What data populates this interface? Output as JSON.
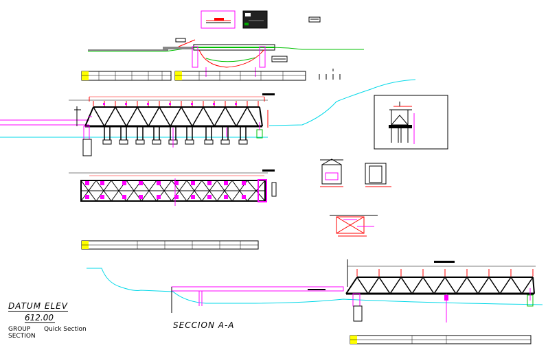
{
  "drawing": {
    "datum_title": "DATUM ELEV",
    "datum_value": "612.00",
    "group_label": "GROUP",
    "section_label": "SECTION",
    "quick_section_label": "Quick Section",
    "section_title": "SECCION A-A"
  },
  "colors": {
    "background": "#ffffff",
    "structure": "#000000",
    "dimension": "#ff00ff",
    "annotation": "#ff0000",
    "river": "#00d8e8",
    "vegetation": "#00c000",
    "title_block_fill": "#ffff00"
  }
}
